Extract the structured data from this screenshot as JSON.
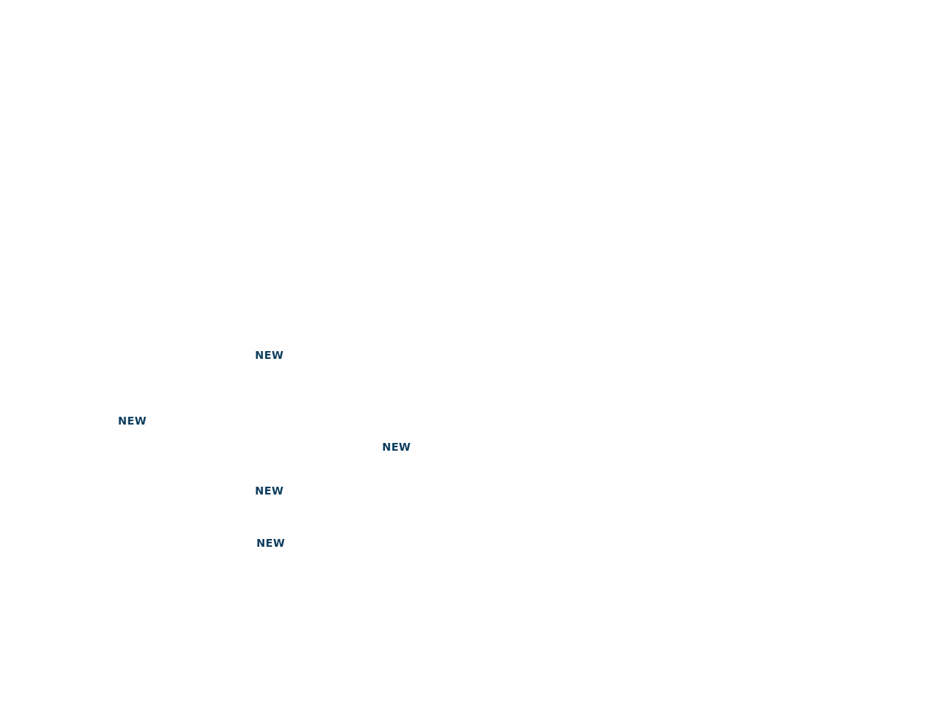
{
  "badges": [
    {
      "label": "NEW"
    },
    {
      "label": "NEW"
    },
    {
      "label": "NEW"
    },
    {
      "label": "NEW"
    },
    {
      "label": "NEW"
    }
  ],
  "colors": {
    "background": "#ffffff",
    "badge_text": "#0d3d5e"
  }
}
